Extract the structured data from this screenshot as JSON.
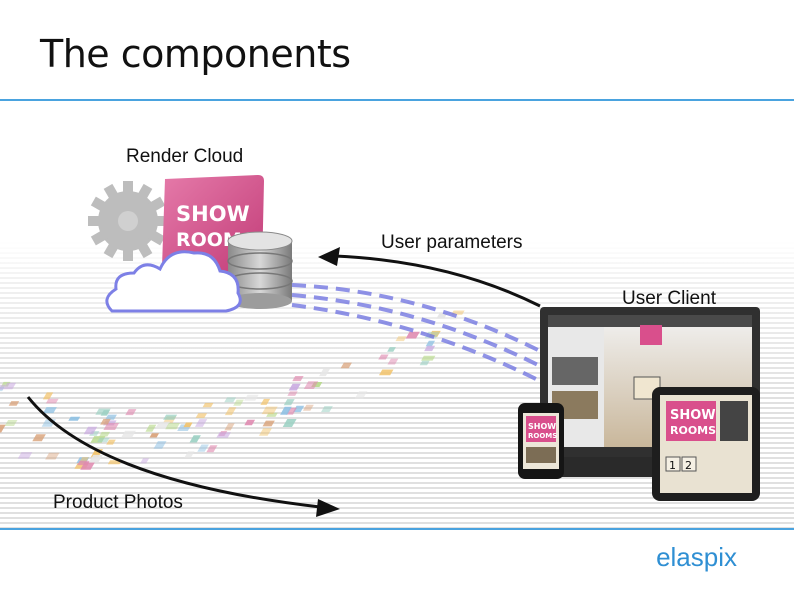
{
  "slide": {
    "title": "The components",
    "brand": "elaspix"
  },
  "labels": {
    "render_cloud": "Render Cloud",
    "user_parameters": "User parameters",
    "user_client": "User Client",
    "product_photos": "Product Photos"
  },
  "logo": {
    "line1": "SHOW",
    "line2": "ROOMS"
  },
  "devices": {
    "tablet_numbers": [
      "1",
      "2"
    ]
  },
  "colors": {
    "accent_rule": "#4aa3df",
    "brand": "#2f8fd3",
    "logo_pink": "#d94f8c",
    "dash_blue": "#6b6fe0"
  }
}
